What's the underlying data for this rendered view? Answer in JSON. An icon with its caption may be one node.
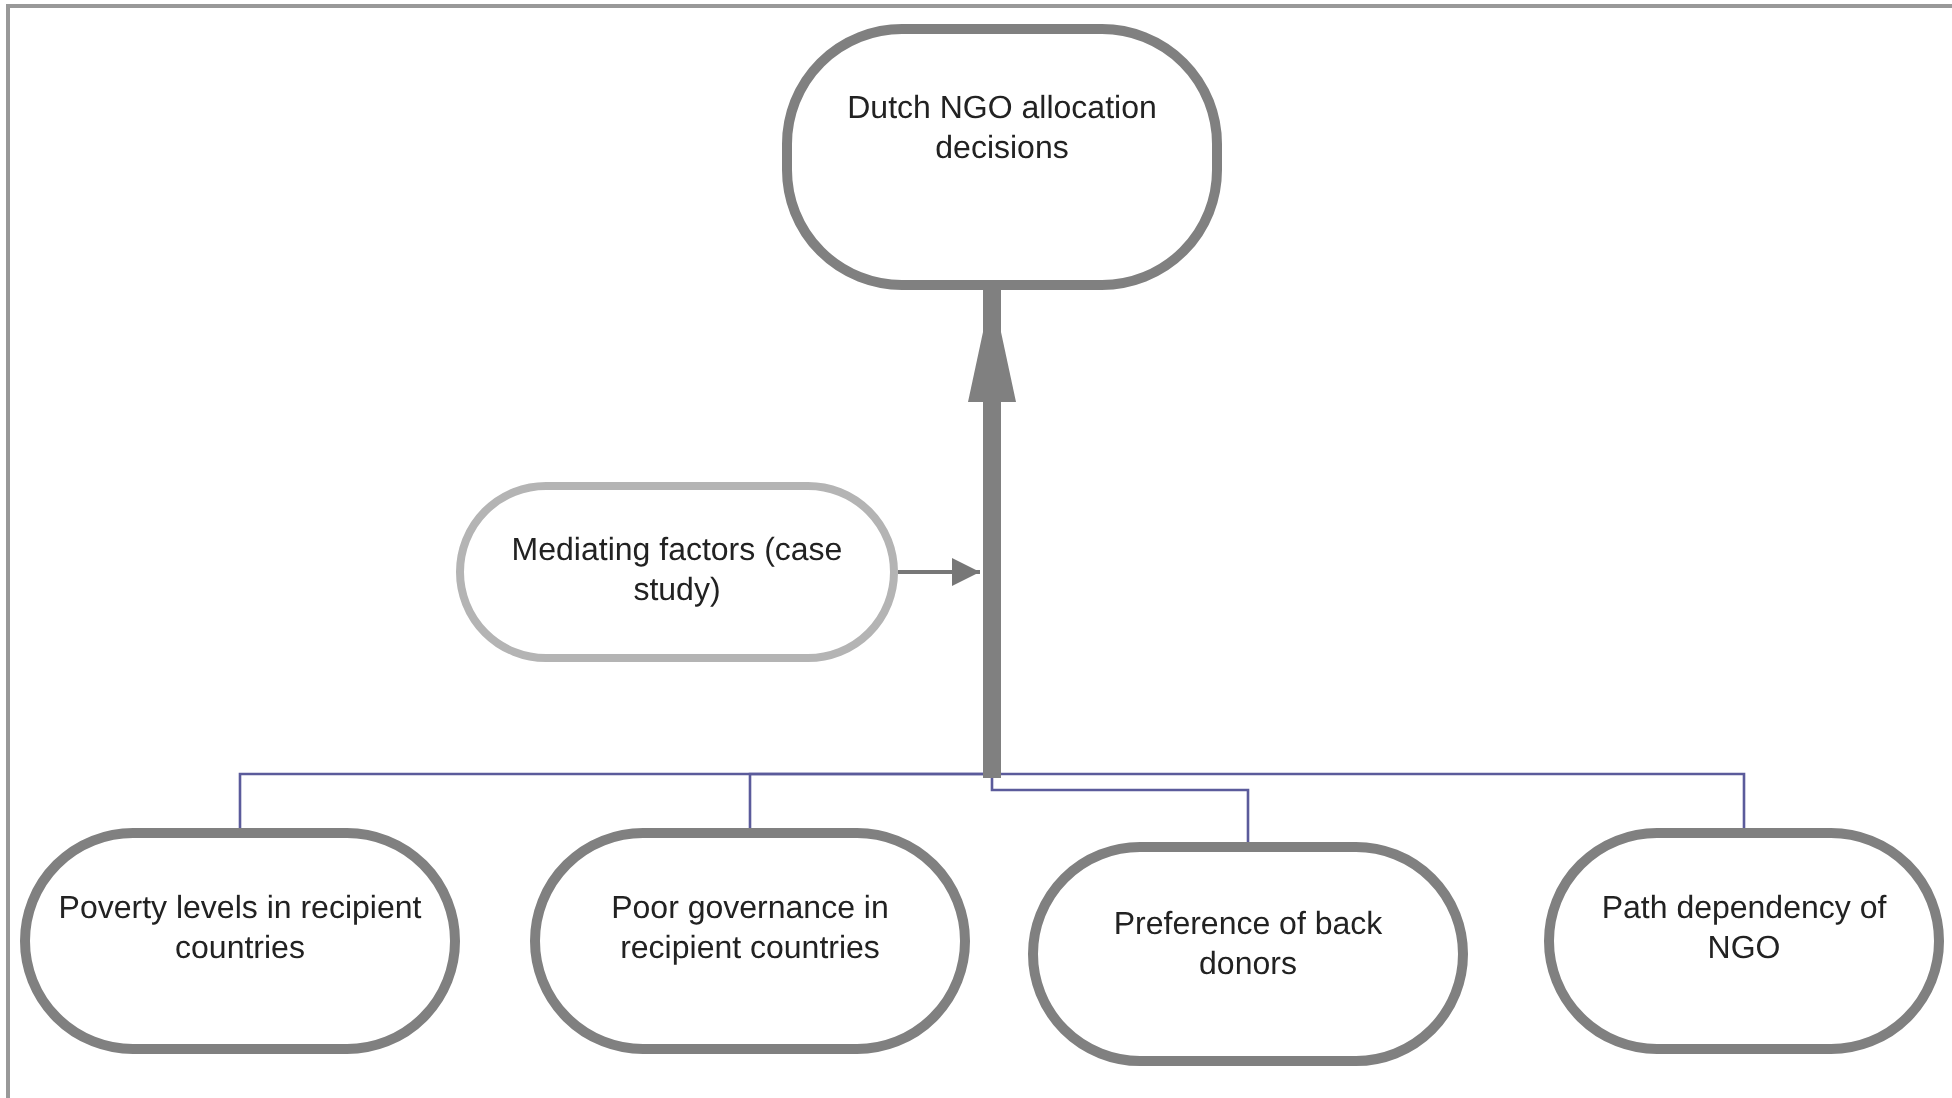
{
  "diagram": {
    "nodes": [
      {
        "text": [
          "Dutch NGO allocation decisions"
        ]
      },
      {
        "text": [
          "Mediating factors (case study)"
        ]
      },
      {
        "text": [
          "Poverty levels in recipient countries"
        ]
      },
      {
        "text": [
          "Poor governance in recipient countries"
        ]
      },
      {
        "text": [
          "Preference of back donors"
        ]
      },
      {
        "text": [
          "Path dependency of NGO"
        ]
      }
    ],
    "edges": [
      {
        "from": 1,
        "to": null,
        "arrow": "to"
      },
      {
        "from": 2,
        "to": 0,
        "arrow": "to",
        "color": "#5b5b9b"
      },
      {
        "from": 3,
        "to": 0,
        "arrow": "to",
        "color": "#5b5b9b"
      },
      {
        "from": 4,
        "to": 0,
        "arrow": "to",
        "color": "#5b5b9b"
      },
      {
        "from": 5,
        "to": 0,
        "arrow": "to",
        "color": "#5b5b9b"
      }
    ]
  }
}
